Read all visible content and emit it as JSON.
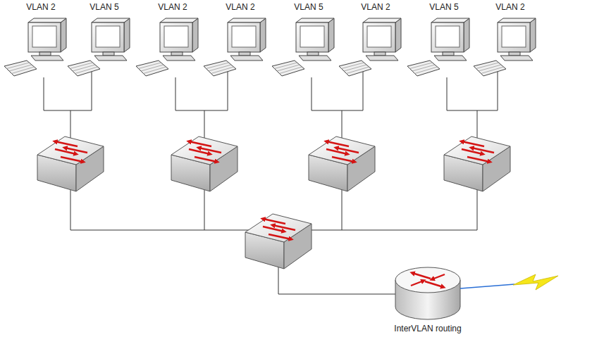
{
  "diagram": {
    "nodes": [
      {
        "text": [
          "VLAN 2"
        ]
      },
      {
        "text": [
          "VLAN 5"
        ]
      },
      {
        "text": [
          "VLAN 2"
        ]
      },
      {
        "text": [
          "VLAN 2"
        ]
      },
      {
        "text": [
          "VLAN 5"
        ]
      },
      {
        "text": [
          "VLAN 2"
        ]
      },
      {
        "text": [
          "VLAN 5"
        ]
      },
      {
        "text": [
          "VLAN 2"
        ]
      },
      {
        "text": [
          "InterVLAN routing"
        ]
      }
    ]
  }
}
